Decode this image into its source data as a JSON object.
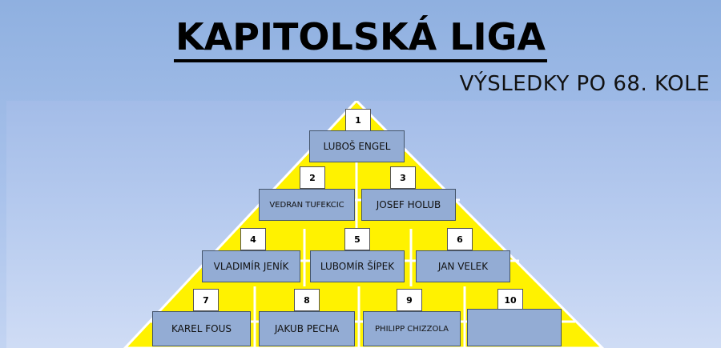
{
  "header": {
    "title": "KAPITOLSKÁ LIGA",
    "subtitle": "VÝSLEDKY PO 68. KOLE"
  },
  "pyramid": {
    "colors": {
      "fill": "#fff200",
      "lines": "#ffffff",
      "box": "#93acd4"
    },
    "rows": [
      [
        {
          "rank": "1",
          "name": "LUBOŠ ENGEL"
        }
      ],
      [
        {
          "rank": "2",
          "name": "VEDRAN TUFEKCIC"
        },
        {
          "rank": "3",
          "name": "JOSEF HOLUB"
        }
      ],
      [
        {
          "rank": "4",
          "name": "VLADIMÍR JENÍK"
        },
        {
          "rank": "5",
          "name": "LUBOMÍR ŠÍPEK"
        },
        {
          "rank": "6",
          "name": "JAN VELEK"
        }
      ],
      [
        {
          "rank": "7",
          "name": "KAREL FOUS"
        },
        {
          "rank": "8",
          "name": "JAKUB PECHA"
        },
        {
          "rank": "9",
          "name": "PHILIPP CHIZZOLA"
        },
        {
          "rank": "10",
          "name": ""
        }
      ]
    ]
  }
}
